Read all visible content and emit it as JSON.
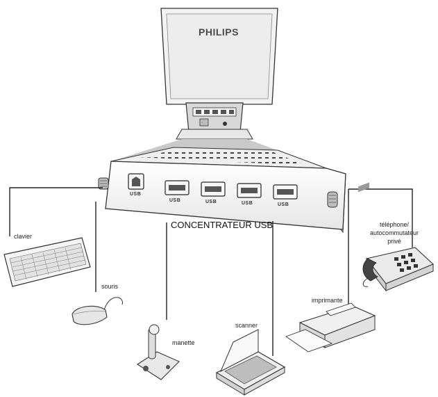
{
  "monitor": {
    "brand": "PHILIPS"
  },
  "hub": {
    "title": "CONCENTRATEUR USB",
    "ports": [
      {
        "label": "USB"
      },
      {
        "label": "USB"
      },
      {
        "label": "USB"
      },
      {
        "label": "USB"
      },
      {
        "label": "USB"
      }
    ]
  },
  "devices": {
    "keyboard": "clavier",
    "mouse": "souris",
    "joystick": "manette",
    "scanner": "scanner",
    "printer": "imprimante",
    "phone_line1": "téléphone/",
    "phone_line2": "autocommutateur",
    "phone_line3": "privé"
  }
}
